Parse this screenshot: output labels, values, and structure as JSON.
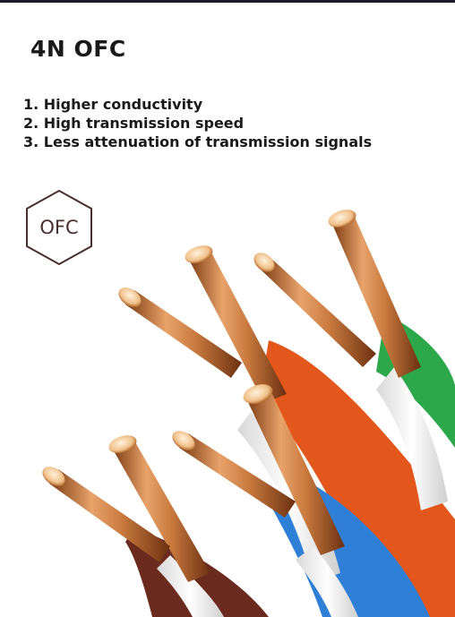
{
  "title": "4N OFC",
  "features": [
    "1. Higher conductivity",
    "2. High transmission speed",
    "3. Less attenuation of transmission signals"
  ],
  "badge": {
    "label": "OFC",
    "icon": "hexagon-badge-icon",
    "color": "#4a2f2f"
  },
  "photo": {
    "subject": "copper-wire-cables-photo",
    "colors": {
      "copper": "#c97a3f",
      "orange": "#e4571c",
      "green": "#2ca84a",
      "blue": "#2f7fd6",
      "brown": "#6b2a1e",
      "white": "#f4f4f4"
    }
  }
}
